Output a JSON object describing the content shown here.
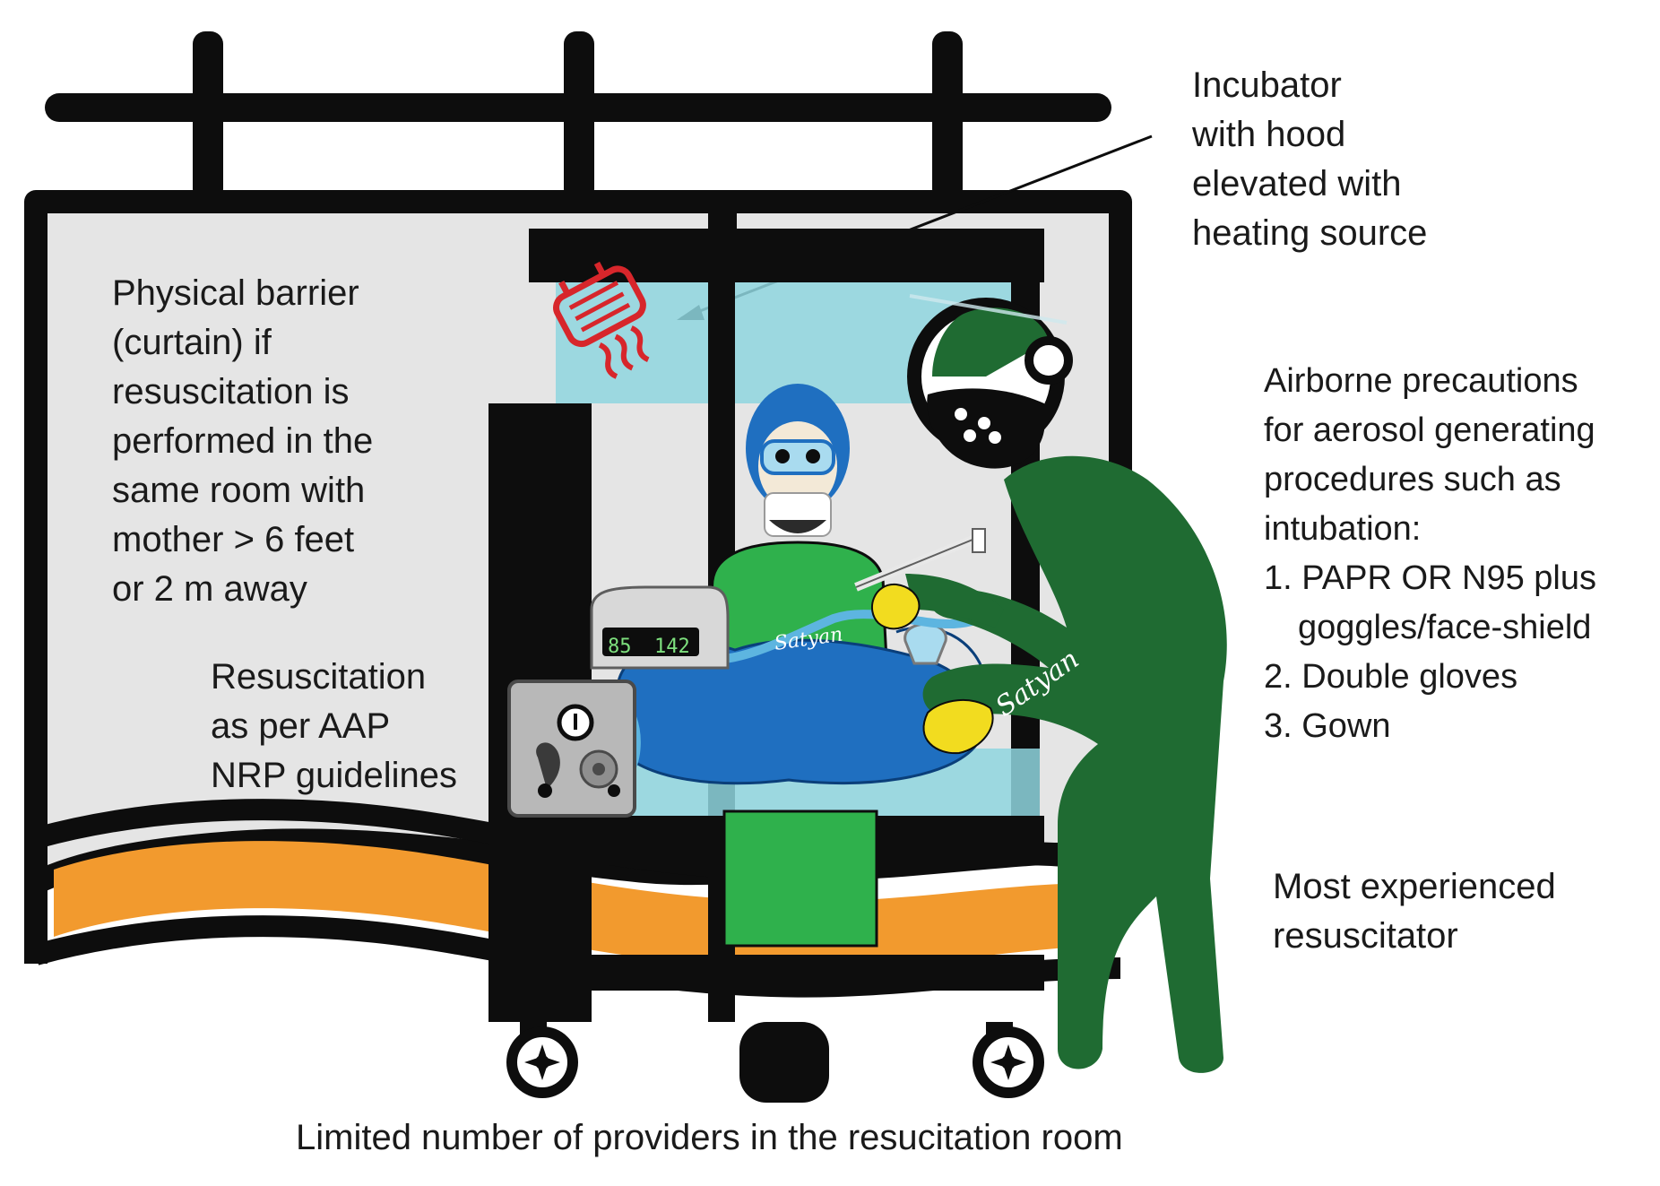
{
  "labels": {
    "incubator": [
      "Incubator",
      "with hood",
      "elevated with",
      "heating source"
    ],
    "barrier": [
      "Physical barrier",
      "(curtain) if",
      "resuscitation is",
      "performed in the",
      "same room with",
      "mother > 6 feet",
      "or 2 m away"
    ],
    "resuscitation": [
      "Resuscitation",
      "as per AAP",
      "NRP guidelines"
    ],
    "airborne": [
      "Airborne precautions",
      "for aerosol generating",
      "procedures such as",
      "intubation:",
      "1. PAPR OR N95 plus",
      "goggles/face-shield",
      "2. Double gloves",
      "3. Gown"
    ],
    "experienced": [
      "Most experienced",
      "resuscitator"
    ],
    "providers": "Limited number of providers in the resucitation room"
  },
  "monitor": {
    "reading_left": "85",
    "reading_right": "142"
  },
  "signatures": [
    "Satyan",
    "Satyan"
  ],
  "icons": [
    "heating-coil-icon",
    "wheel-icon",
    "dial-icon",
    "pressure-gauge-icon",
    "face-mask-icon"
  ],
  "colors": {
    "frame": "#0d0d0d",
    "curtain": "#e5e5e5",
    "orange_band": "#f29a2e",
    "hood_glass": "#8fd6df",
    "heater": "#d7262b",
    "provider_green": "#1f6b32",
    "scrubs_green": "#2fb14c",
    "infant_blue": "#1f6fc0",
    "glove_yellow": "#f2dc1f",
    "device_gray": "#b8b8b8"
  }
}
